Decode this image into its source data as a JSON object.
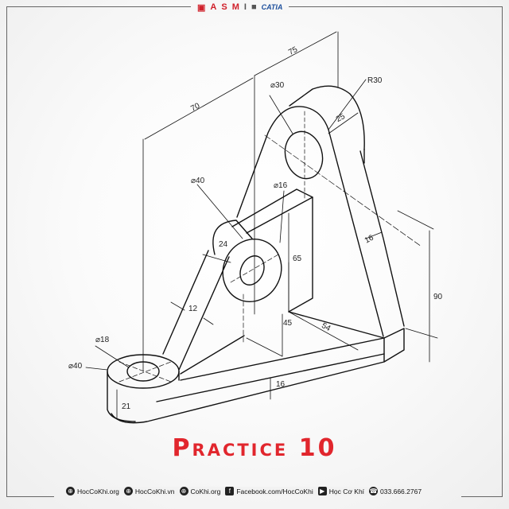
{
  "header": {
    "software_logos": [
      {
        "icon": "autocad-icon",
        "label": ""
      },
      {
        "icon": "autodesk-a-icon",
        "label": "A"
      },
      {
        "icon": "solidworks-icon",
        "label": "S"
      },
      {
        "icon": "mastercam-icon",
        "label": "M"
      },
      {
        "icon": "inventor-icon",
        "label": "I"
      },
      {
        "icon": "nx-cube-icon",
        "label": ""
      },
      {
        "icon": "catia-icon",
        "label": "CATIA"
      }
    ]
  },
  "drawing": {
    "dimensions": {
      "d75": "75",
      "d70": "70",
      "dia30": "⌀30",
      "r30": "R30",
      "d25": "25",
      "dia40_boss": "⌀40",
      "dia16": "⌀16",
      "d24": "24",
      "d65": "65",
      "d90": "90",
      "d16_arm": "16",
      "d12": "12",
      "d45": "45",
      "d54": "54",
      "dia18": "⌀18",
      "dia40_base": "⌀40",
      "d16_base": "16",
      "d21": "21"
    },
    "line_color": "#111111"
  },
  "title": "Practice 10",
  "title_color": "#e1262d",
  "footer": {
    "items": [
      {
        "icon": "globe-icon",
        "label": "HocCoKhi.org"
      },
      {
        "icon": "globe-icon",
        "label": "HocCoKhi.vn"
      },
      {
        "icon": "globe-icon",
        "label": "CoKhi.org"
      },
      {
        "icon": "facebook-icon",
        "label": "Facebook.com/HocCoKhi"
      },
      {
        "icon": "youtube-icon",
        "label": "Học Cơ Khí"
      },
      {
        "icon": "phone-icon",
        "label": "033.666.2767"
      }
    ]
  }
}
